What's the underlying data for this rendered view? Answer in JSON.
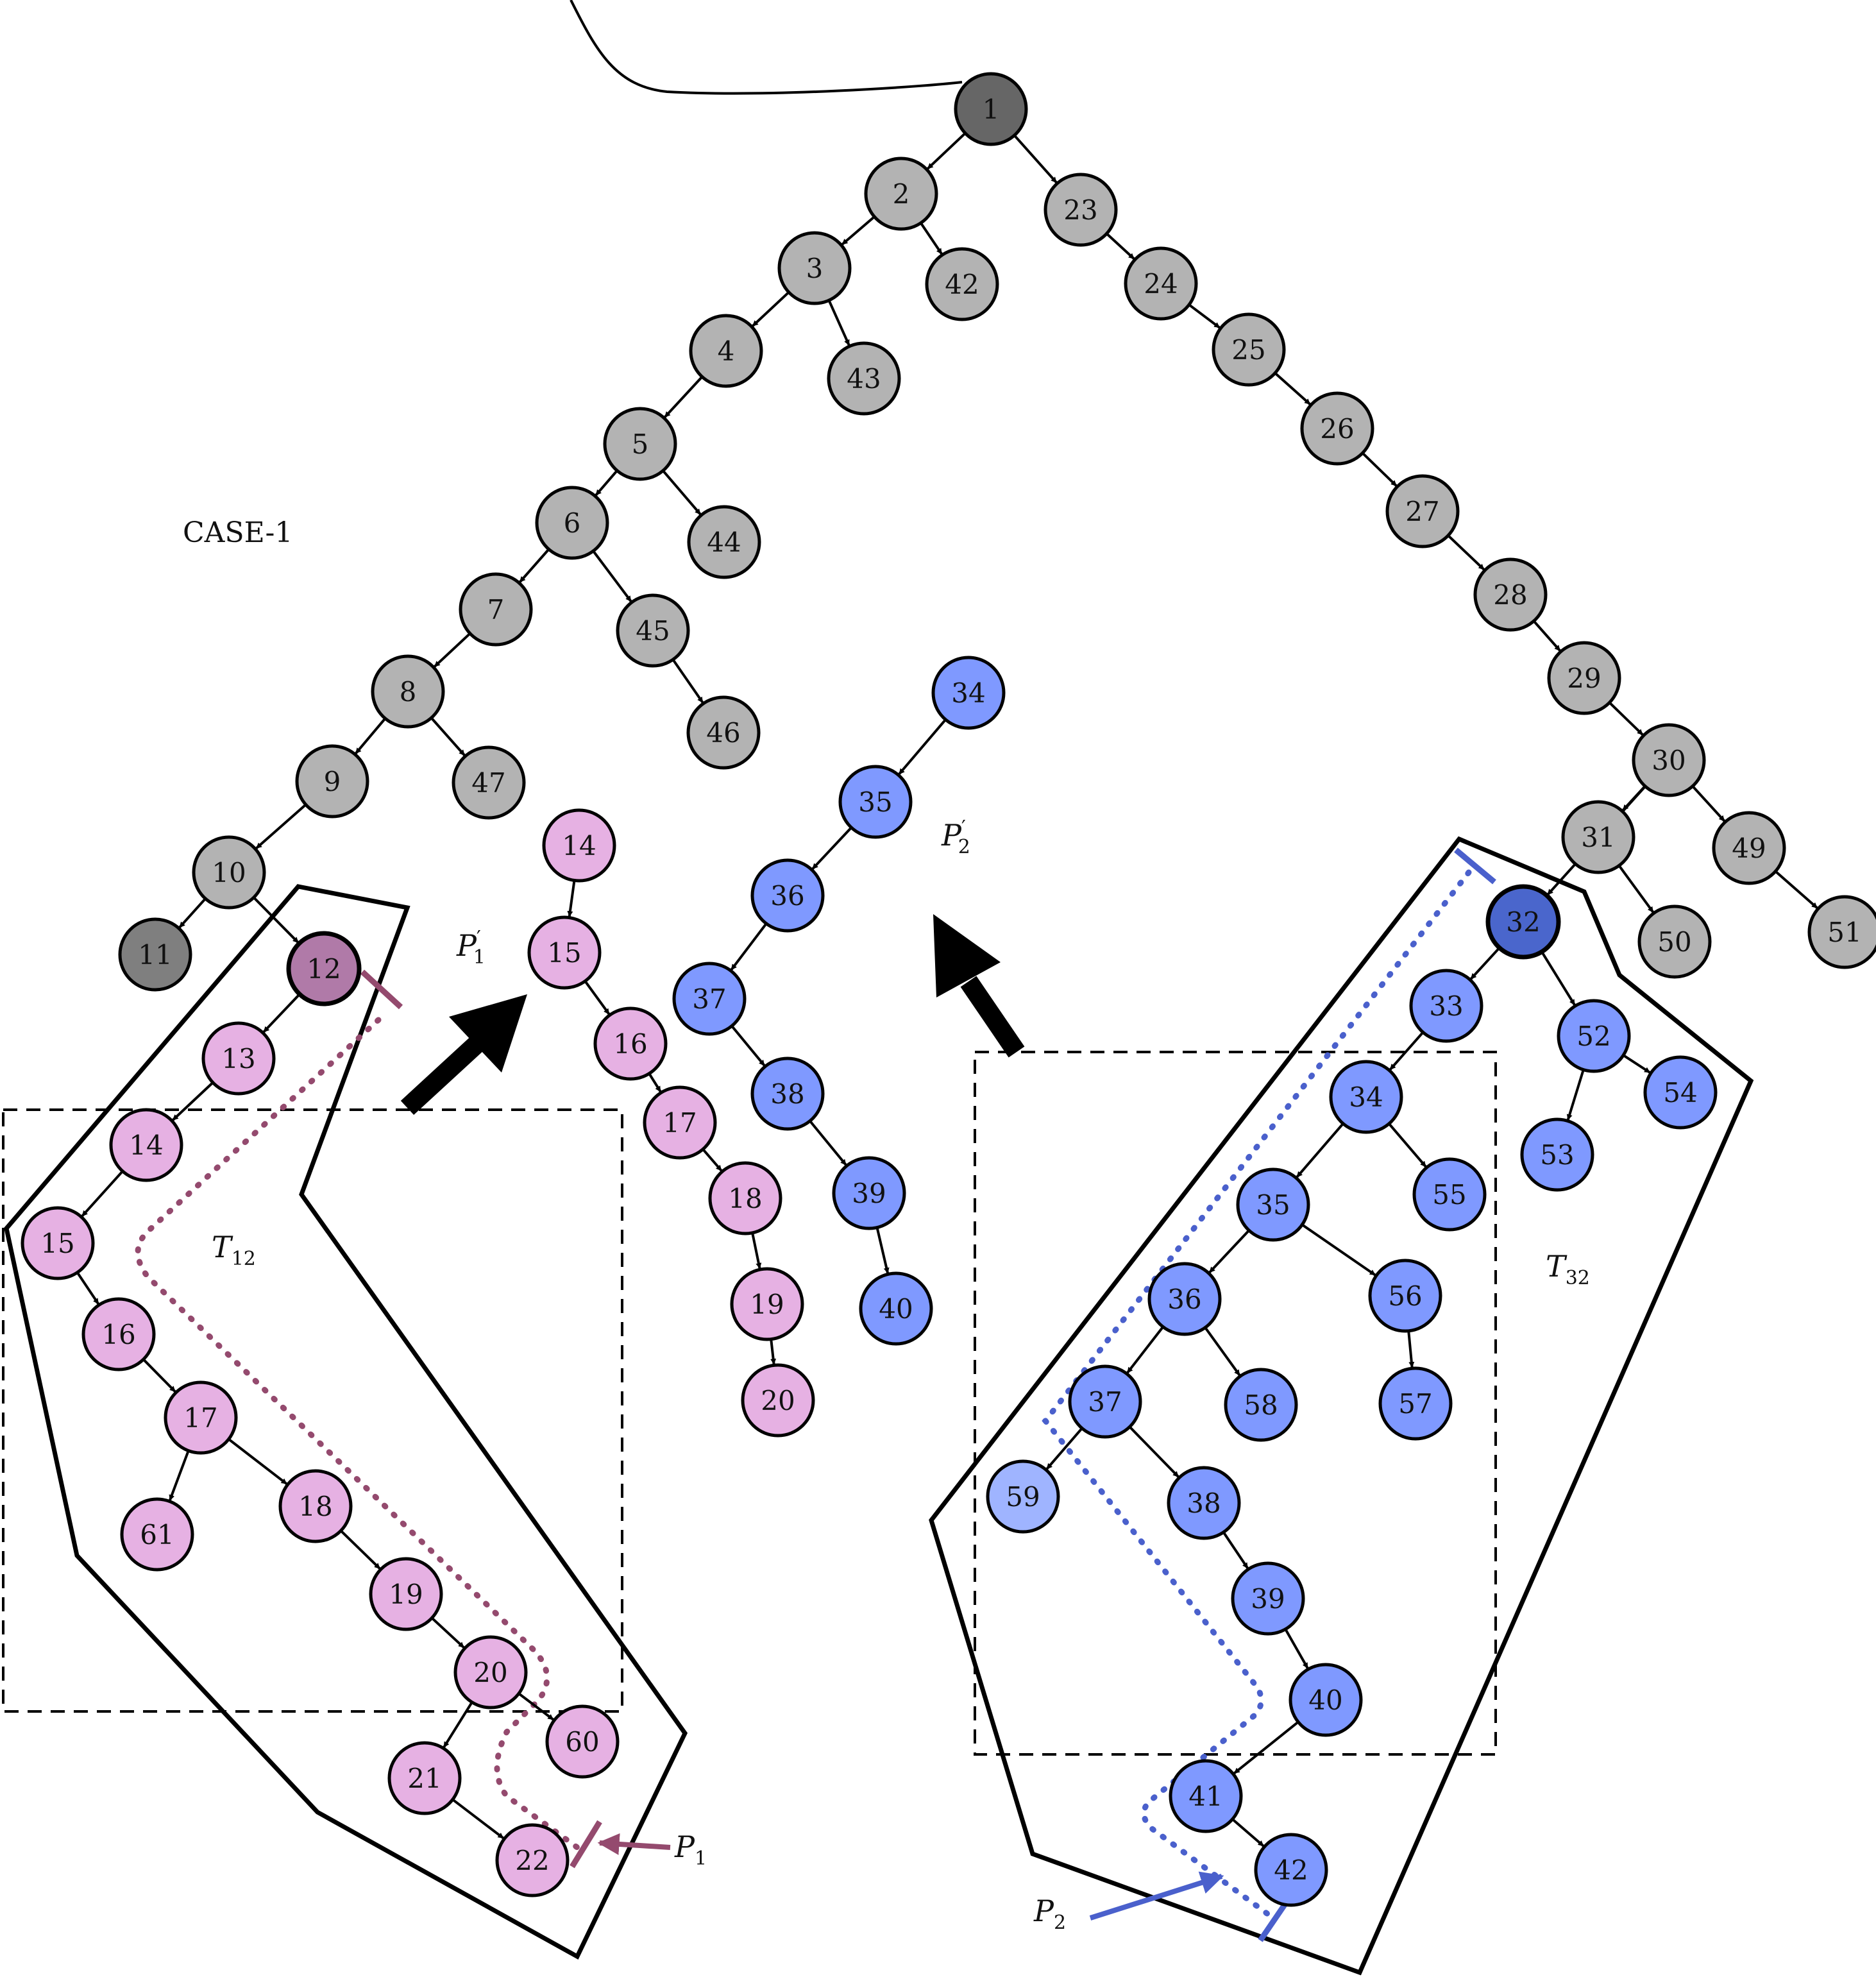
{
  "labels": {
    "case": "CASE-1",
    "t12": {
      "main": "T",
      "sub": "12"
    },
    "t32": {
      "main": "T",
      "sub": "32"
    },
    "p1prime": {
      "main": "P",
      "prime": "′",
      "sub": "1"
    },
    "p2prime": {
      "main": "P",
      "prime": "′",
      "sub": "2"
    },
    "p1": {
      "main": "P",
      "sub": "1"
    },
    "p2": {
      "main": "P",
      "sub": "2"
    }
  },
  "colors": {
    "gray": "#b3b3b3",
    "dark_gray": "#7f7f7f",
    "root": "#666666",
    "pink": "#e6b1e3",
    "pink_root": "#b07aa8",
    "blue": "#7f99ff",
    "blue_root": "#4a66cc",
    "light_blue": "#9fb4ff",
    "maroon": "#944a6e",
    "blue_line": "#4a60cc"
  },
  "nodes": {
    "gray_tree": [
      "1",
      "2",
      "3",
      "4",
      "5",
      "6",
      "7",
      "8",
      "9",
      "10",
      "11",
      "42",
      "43",
      "44",
      "45",
      "46",
      "47",
      "23",
      "24",
      "25",
      "26",
      "27",
      "28",
      "29",
      "30",
      "31",
      "49",
      "50",
      "51"
    ],
    "t12": [
      "12",
      "13",
      "14",
      "15",
      "16",
      "17",
      "18",
      "19",
      "20",
      "21",
      "22",
      "60",
      "61"
    ],
    "p1_prime": [
      "14",
      "15",
      "16",
      "17",
      "18",
      "19",
      "20"
    ],
    "p2_prime": [
      "34",
      "35",
      "36",
      "37",
      "38",
      "39",
      "40"
    ],
    "t32": [
      "32",
      "33",
      "34",
      "35",
      "36",
      "37",
      "38",
      "39",
      "40",
      "41",
      "42",
      "52",
      "53",
      "54",
      "55",
      "56",
      "57",
      "58",
      "59"
    ]
  }
}
